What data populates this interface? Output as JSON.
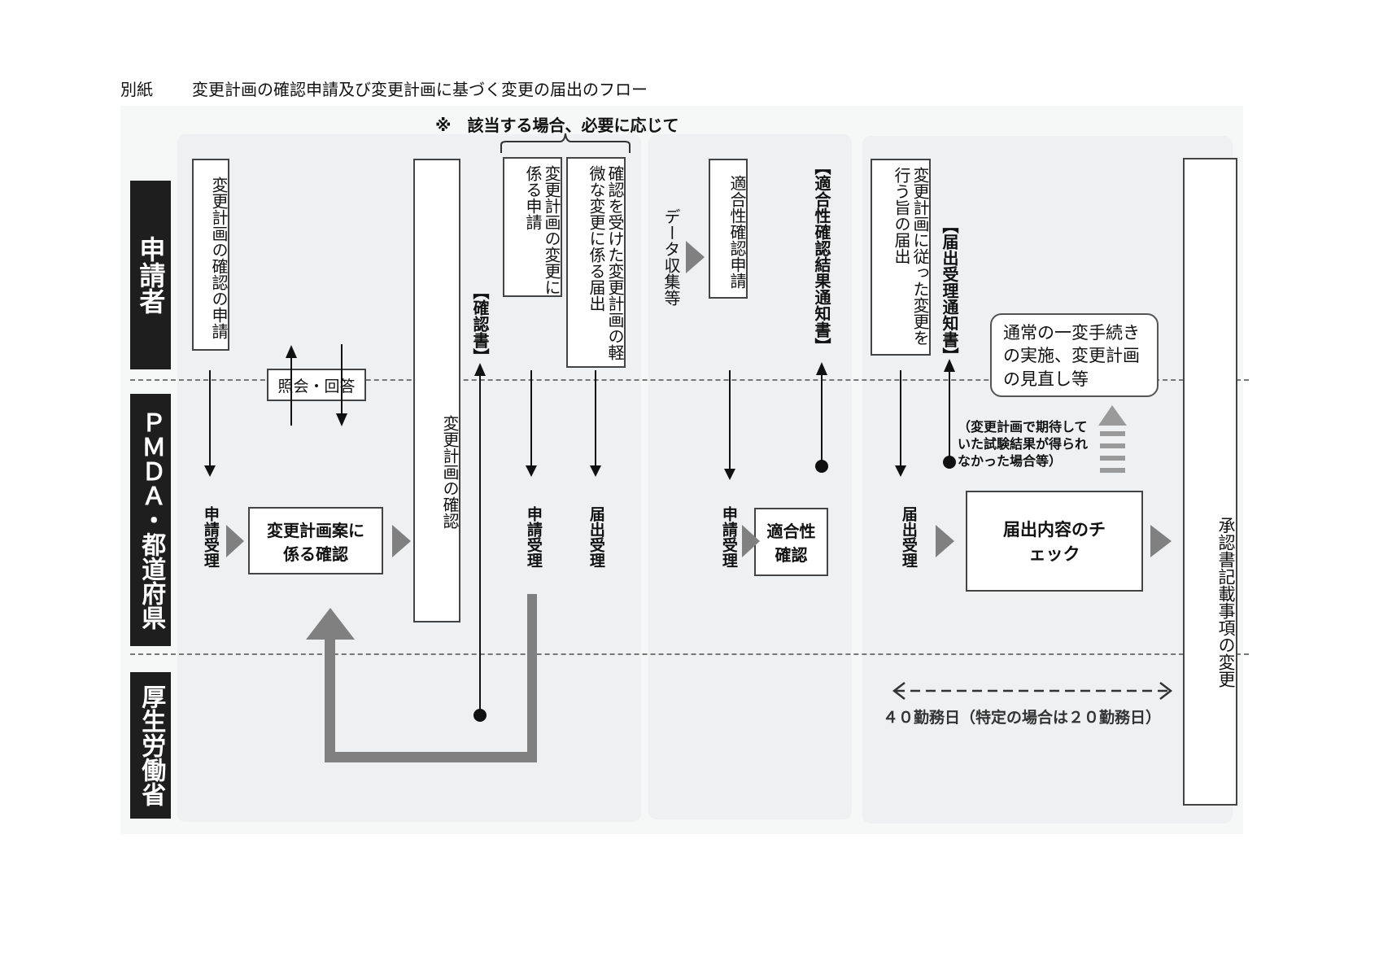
{
  "header": {
    "prefix": "別紙",
    "title": "変更計画の確認申請及び変更計画に基づく変更の届出のフロー"
  },
  "note": "※　該当する場合、必要に応じて",
  "bands": {
    "applicant": "申請者",
    "pmda": "ＰＭＤＡ・都道府県",
    "mhlw": "厚生労働省"
  },
  "boxes": {
    "plan_confirm_application": "変更計画の確認の申請",
    "inquiry_answer": "照会・回答",
    "plan_confirmation": "変更計画の確認",
    "change_application": "変更計画の変更に係る申請",
    "minor_change_notice": "確認を受けた変更計画の軽微な変更に係る届出",
    "data_collection": "データ収集等",
    "conformity_application": "適合性確認申請",
    "change_notification": "変更計画に従った変更を行う旨の届出",
    "normal_procedure": "通常の一変手続きの実施、変更計画の見直し等",
    "approval_change": "承認書記載事項の変更",
    "plan_draft_confirm": "変更計画案に係る確認",
    "conformity_confirm": "適合性確認",
    "notice_check": "届出内容のチェック"
  },
  "documents": {
    "certificate": "【確認書】",
    "conformity_result": "【適合性確認結果通知書】",
    "receipt_notice": "【届出受理通知書】"
  },
  "receipts": {
    "application_receipt_1": "申請受理",
    "application_receipt_2": "申請受理",
    "notification_receipt_1": "届出受理",
    "application_receipt_3": "申請受理",
    "notification_receipt_2": "届出受理"
  },
  "fallback_note": "（変更計画で期待していた試験結果が得られなかった場合等）",
  "duration": "４０勤務日（特定の場合は２０勤務日）",
  "colors": {
    "band": "#1e1e1e",
    "panel": "#eef0f1",
    "gray_arrow": "#808080"
  }
}
